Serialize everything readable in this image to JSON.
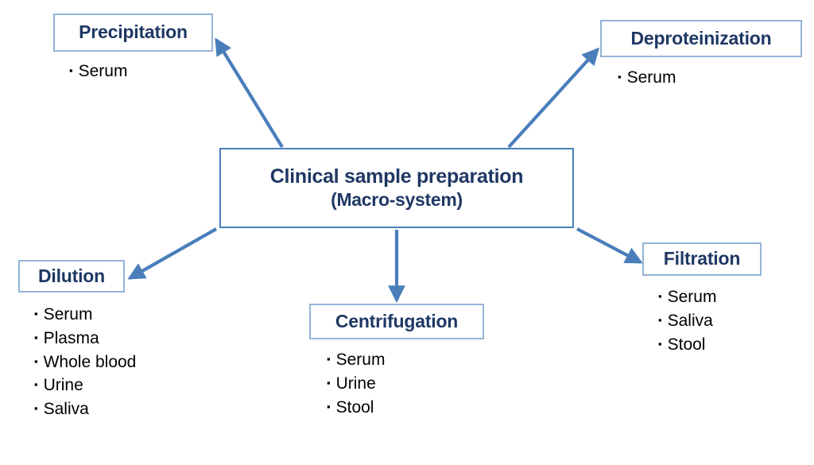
{
  "diagram": {
    "title": "Clinical sample preparation (Macro-system)",
    "colors": {
      "node_border": "#95b3d7",
      "center_border": "#4a7ebb",
      "arrow": "#4a7ebb",
      "title_text": "#1f3864",
      "sample_text": "#000000",
      "background": "#ffffff"
    },
    "bullet_glyph": "▪",
    "center": {
      "line1": "Clinical sample preparation",
      "line2": "(Macro-system)"
    },
    "nodes": [
      {
        "id": "precipitation",
        "label": "Precipitation",
        "samples": [
          "Serum"
        ]
      },
      {
        "id": "deproteinization",
        "label": "Deproteinization",
        "samples": [
          "Serum"
        ]
      },
      {
        "id": "dilution",
        "label": "Dilution",
        "samples": [
          "Serum",
          "Plasma",
          "Whole blood",
          "Urine",
          "Saliva"
        ]
      },
      {
        "id": "centrifugation",
        "label": "Centrifugation",
        "samples": [
          "Serum",
          "Urine",
          "Stool"
        ]
      },
      {
        "id": "filtration",
        "label": "Filtration",
        "samples": [
          "Serum",
          "Saliva",
          "Stool"
        ]
      }
    ],
    "arrows": [
      {
        "id": "center-to-precipitation",
        "from": "center",
        "to": "precipitation"
      },
      {
        "id": "center-to-deproteinization",
        "from": "center",
        "to": "deproteinization"
      },
      {
        "id": "center-to-dilution",
        "from": "center",
        "to": "dilution"
      },
      {
        "id": "center-to-centrifugation",
        "from": "center",
        "to": "centrifugation"
      },
      {
        "id": "center-to-filtration",
        "from": "center",
        "to": "filtration"
      }
    ]
  }
}
